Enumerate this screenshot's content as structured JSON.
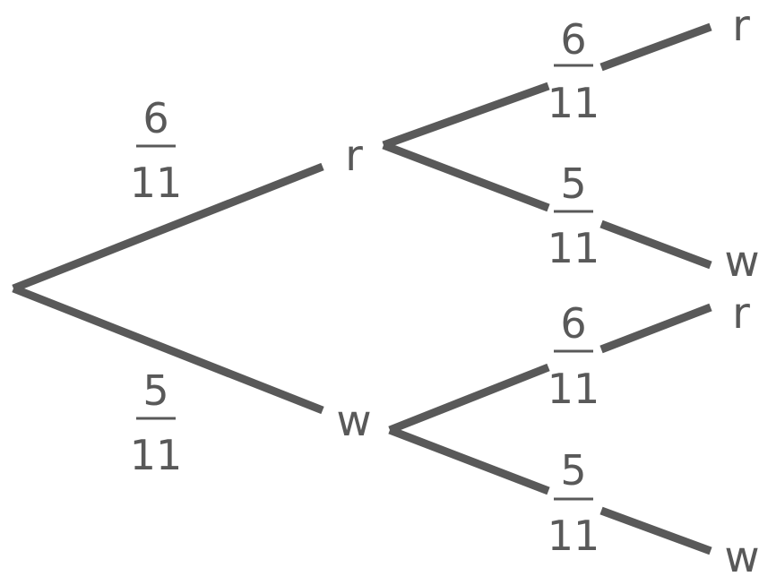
{
  "diagram": {
    "nodes": {
      "level1_top": "r",
      "level1_bottom": "w",
      "leaf_1": "r",
      "leaf_2": "w",
      "leaf_3": "r",
      "leaf_4": "w"
    },
    "probabilities": {
      "root_to_r": {
        "numerator": "6",
        "denominator": "11"
      },
      "root_to_w": {
        "numerator": "5",
        "denominator": "11"
      },
      "r_to_r": {
        "numerator": "6",
        "denominator": "11"
      },
      "r_to_w": {
        "numerator": "5",
        "denominator": "11"
      },
      "w_to_r": {
        "numerator": "6",
        "denominator": "11"
      },
      "w_to_w": {
        "numerator": "5",
        "denominator": "11"
      }
    },
    "colors": {
      "line": "#595959",
      "text": "#595959",
      "background": "#ffffff"
    }
  }
}
